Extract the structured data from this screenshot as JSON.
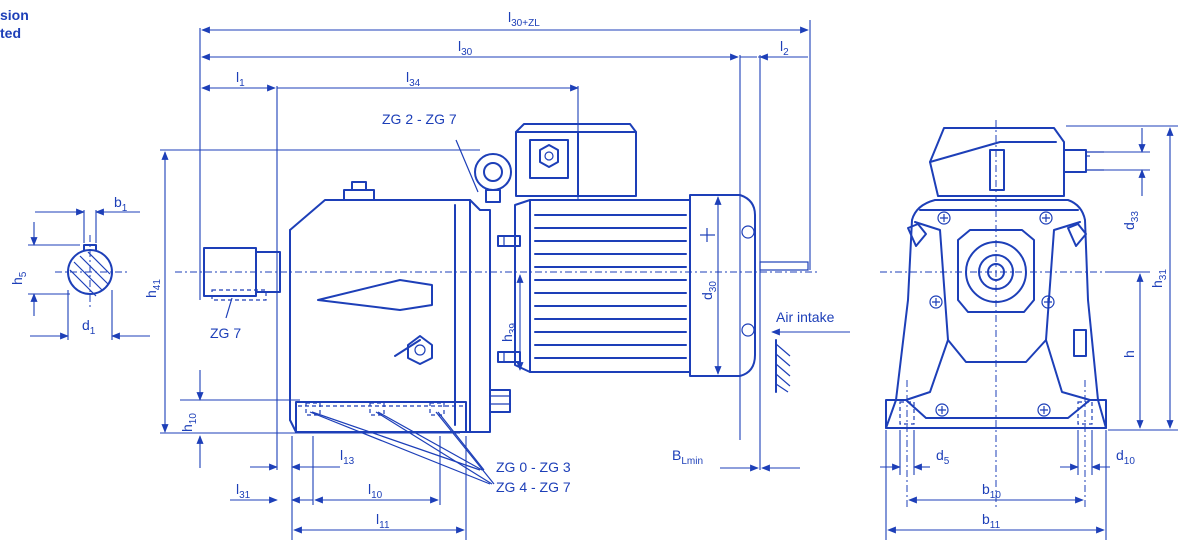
{
  "corner_text": [
    "sion",
    "ted"
  ],
  "labels": {
    "l30zl": {
      "base": "l",
      "sub": "30+ZL"
    },
    "l30": {
      "base": "l",
      "sub": "30"
    },
    "l2": {
      "base": "l",
      "sub": "2"
    },
    "l1": {
      "base": "l",
      "sub": "1"
    },
    "l34": {
      "base": "l",
      "sub": "34"
    },
    "b1": {
      "base": "b",
      "sub": "1"
    },
    "h5": {
      "base": "h",
      "sub": "5"
    },
    "d1": {
      "base": "d",
      "sub": "1"
    },
    "h41": {
      "base": "h",
      "sub": "41"
    },
    "h39": {
      "base": "h",
      "sub": "39"
    },
    "d30": {
      "base": "d",
      "sub": "30"
    },
    "h10": {
      "base": "h",
      "sub": "10"
    },
    "l13": {
      "base": "l",
      "sub": "13"
    },
    "l31": {
      "base": "l",
      "sub": "31"
    },
    "l10": {
      "base": "l",
      "sub": "10"
    },
    "l11": {
      "base": "l",
      "sub": "11"
    },
    "blmin": {
      "base": "B",
      "sub": "Lmin"
    },
    "d33": {
      "base": "d",
      "sub": "33"
    },
    "h31": {
      "base": "h",
      "sub": "31"
    },
    "h": {
      "base": "h",
      "sub": ""
    },
    "d5": {
      "base": "d",
      "sub": "5"
    },
    "b10": {
      "base": "b",
      "sub": "10"
    },
    "d10": {
      "base": "d",
      "sub": "10"
    },
    "b11": {
      "base": "b",
      "sub": "11"
    }
  },
  "callouts": {
    "zg27": "ZG 2 - ZG 7",
    "zg7": "ZG 7",
    "zg03": "ZG 0 - ZG 3",
    "zg47": "ZG 4 - ZG 7",
    "air_intake": "Air intake"
  }
}
